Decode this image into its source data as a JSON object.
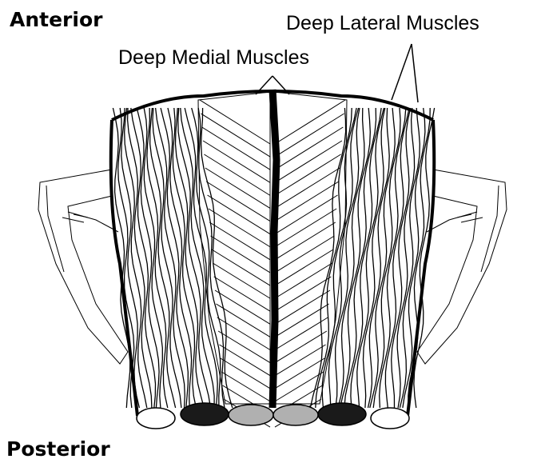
{
  "labels": {
    "anterior": "Anterior",
    "posterior": "Posterior",
    "deep_lateral": "Deep Lateral Muscles",
    "deep_medial": "Deep Medial Muscles"
  },
  "colors": {
    "ink": "#000000",
    "hatch_grey": "#a9a9a9",
    "background": "#ffffff"
  }
}
